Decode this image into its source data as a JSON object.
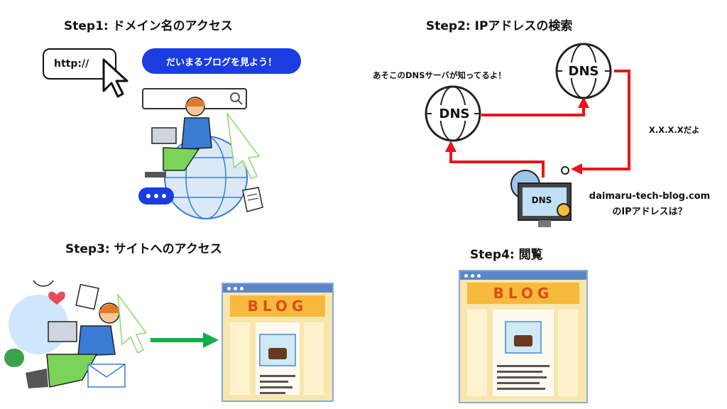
{
  "steps": [
    {
      "title": "Step1: ドメイン名のアクセス"
    },
    {
      "title": "Step2: IPアドレスの検索"
    },
    {
      "title": "Step3: サイトへのアクセス"
    },
    {
      "title": "Step4: 閲覧"
    }
  ],
  "step1": {
    "url_text": "http://",
    "speech": "だいまるブログを見よう！"
  },
  "step2": {
    "dns_label": "DNS",
    "note_dns_server": "あそこのDNSサーバが知ってるよ！",
    "note_ip": "X.X.X.Xだよ",
    "query_line1": "daimaru-tech-blog.com",
    "query_line2": "のIPアドレスは？"
  },
  "blog": {
    "header": "BLOG"
  },
  "colors": {
    "pill_blue": "#1a3ce0",
    "arrow_red": "#e8141b",
    "arrow_green": "#12b04a",
    "blog_header": "#f7b93b",
    "blog_bg": "#f7e7ae"
  }
}
